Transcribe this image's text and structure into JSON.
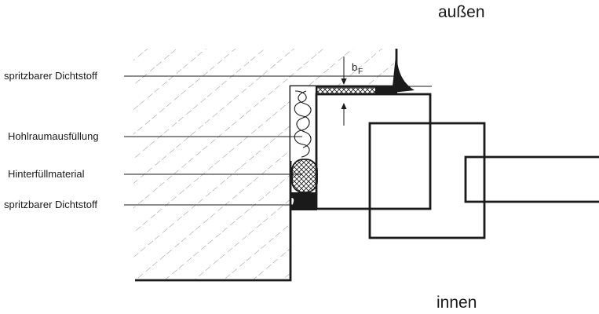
{
  "labels": {
    "outside": "außen",
    "inside": "innen",
    "dim_main": "b",
    "dim_sub": "F",
    "sealant_top": "spritzbarer Dichtstoff",
    "cavity_fill": "Hohlraumausfüllung",
    "backing": "Hinterfüllmaterial",
    "sealant_bottom": "spritzbarer Dichtstoff"
  },
  "colors": {
    "line": "#1a1a1a",
    "hatch": "#9a9a9a"
  }
}
